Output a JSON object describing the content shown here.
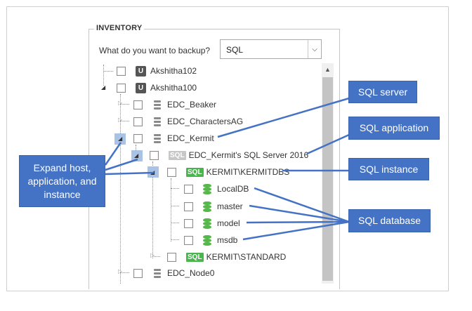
{
  "inventory": {
    "legend": "INVENTORY",
    "question": "What do you want to backup?",
    "select_value": "SQL"
  },
  "tree": {
    "hosts": [
      "Akshitha102",
      "Akshitha100"
    ],
    "servers": [
      "EDC_Beaker",
      "EDC_CharactersAG",
      "EDC_Kermit",
      "EDC_Node0"
    ],
    "application": "EDC_Kermit's SQL Server 2016",
    "instance": "KERMIT\\KERMITDBS",
    "databases": [
      "LocalDB",
      "master",
      "model",
      "msdb"
    ],
    "instance2": "KERMIT\\STANDARD",
    "sql_badge": "SQL",
    "host_badge": "U"
  },
  "callouts": {
    "expand": "Expand host, application, and instance",
    "sql_server": "SQL server",
    "sql_application": "SQL application",
    "sql_instance": "SQL instance",
    "sql_database": "SQL database"
  },
  "colors": {
    "callout": "#4472c4",
    "sql_green": "#49b54d",
    "highlight": "#a8c3e6"
  }
}
